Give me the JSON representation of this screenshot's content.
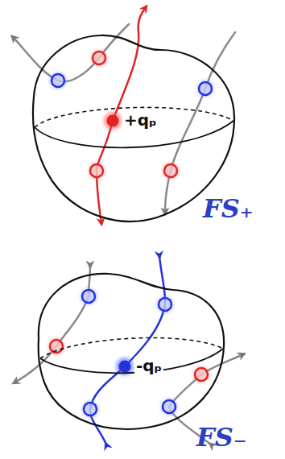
{
  "diagram": {
    "nodes": [
      {
        "text": [
          "+qₚ",
          "FS₊"
        ]
      },
      {
        "text": [
          "-qₚ",
          "FS₋"
        ]
      }
    ]
  }
}
